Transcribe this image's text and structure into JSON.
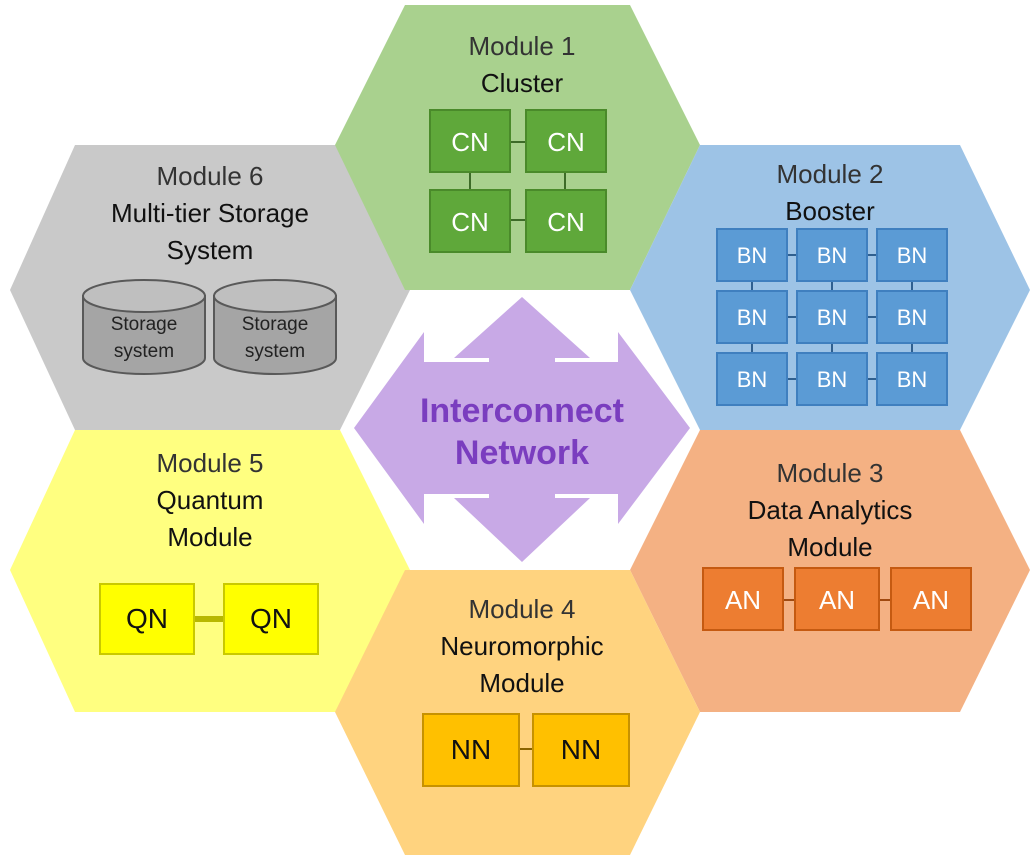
{
  "colors": {
    "m1_fill": "#a9d18e",
    "m1_node": "#5fa83a",
    "m1_node_border": "#4a8a2a",
    "m2_fill": "#9dc3e6",
    "m2_node": "#5b9bd5",
    "m2_node_border": "#3f7fbf",
    "m3_fill": "#f4b183",
    "m3_node": "#ed7d31",
    "m3_node_border": "#c55a11",
    "m4_fill": "#ffd37f",
    "m4_node": "#ffc000",
    "m4_node_border": "#c79200",
    "m5_fill": "#ffff80",
    "m5_node": "#ffff00",
    "m5_node_border": "#c9c900",
    "m6_fill": "#c9c9c9",
    "m6_node": "#a5a5a5",
    "m6_node_border": "#595959",
    "network_arrow": "#c8a9e6",
    "network_text": "#7a3dbf"
  },
  "modules": {
    "m1": {
      "number": "Module 1",
      "name": "Cluster",
      "node": "CN"
    },
    "m2": {
      "number": "Module 2",
      "name": "Booster",
      "node": "BN"
    },
    "m3": {
      "number": "Module 3",
      "name_line1": "Data Analytics",
      "name_line2": "Module",
      "node": "AN"
    },
    "m4": {
      "number": "Module 4",
      "name_line1": "Neuromorphic",
      "name_line2": "Module",
      "node": "NN"
    },
    "m5": {
      "number": "Module 5",
      "name_line1": "Quantum",
      "name_line2": "Module",
      "node": "QN"
    },
    "m6": {
      "number": "Module 6",
      "name_line1": "Multi-tier Storage",
      "name_line2": "System",
      "storage_line1": "Storage",
      "storage_line2": "system"
    }
  },
  "network": {
    "line1": "Interconnect",
    "line2": "Network"
  }
}
